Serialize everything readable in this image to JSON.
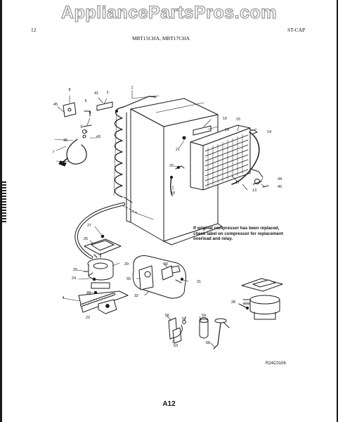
{
  "watermark": "AppliancePartsPros.com",
  "header": {
    "page_number": "12",
    "model_line": "MRT15CHA, MRT17CHA",
    "section": "ST-CAP"
  },
  "note": "If original compressor has been replaced, check label on compressor for replacement overload and relay.",
  "reference_code": "R24C0106",
  "page_code": "A12",
  "callouts": {
    "c1": "1",
    "c2": "2",
    "c4": "4",
    "c5": "5",
    "c6": "6",
    "c7": "7",
    "c8": "8",
    "c9a": "9",
    "c9b": "9",
    "c13": "13",
    "c14": "14",
    "c15": "15",
    "c16": "16",
    "c17": "17",
    "c18": "18",
    "c19": "19",
    "c20": "20",
    "c21": "21",
    "c22": "22",
    "c23": "23",
    "c24": "24",
    "c25": "25",
    "c26": "26",
    "c27": "27",
    "c28": "28",
    "c29": "29",
    "c30": "30",
    "c31": "31",
    "c32": "32",
    "c41": "41",
    "c43": "43",
    "c44": "44",
    "c45a": "45",
    "c45b": "45",
    "c45c": "45",
    "c55": "55",
    "c56": "56",
    "c57": "57",
    "c58": "58",
    "c59": "59",
    "c63": "63"
  }
}
